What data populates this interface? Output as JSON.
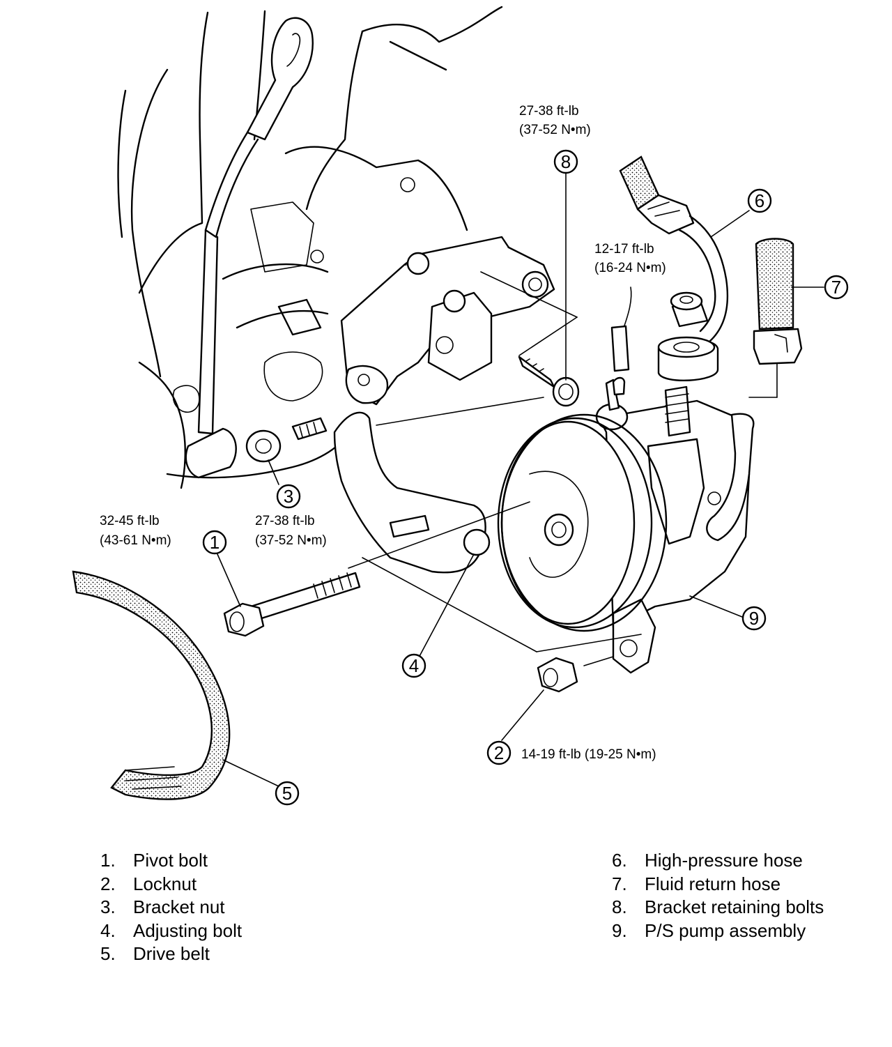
{
  "torque_specs": {
    "bracket_bolts": [
      "27-38 ft-lb",
      "(37-52 N•m)"
    ],
    "hose_fitting": [
      "12-17 ft-lb",
      "(16-24 N•m)"
    ],
    "pivot_bolt": [
      "32-45 ft-lb",
      "(43-61 N•m)"
    ],
    "bracket_nut": [
      "27-38 ft-lb",
      "(37-52 N•m)"
    ],
    "locknut": "14-19 ft-lb (19-25 N•m)"
  },
  "callouts": [
    "1",
    "2",
    "3",
    "4",
    "5",
    "6",
    "7",
    "8",
    "9"
  ],
  "legend_left": [
    {
      "num": "1.",
      "label": "Pivot bolt"
    },
    {
      "num": "2.",
      "label": "Locknut"
    },
    {
      "num": "3.",
      "label": "Bracket nut"
    },
    {
      "num": "4.",
      "label": "Adjusting bolt"
    },
    {
      "num": "5.",
      "label": "Drive belt"
    }
  ],
  "legend_right": [
    {
      "num": "6.",
      "label": "High-pressure hose"
    },
    {
      "num": "7.",
      "label": "Fluid return hose"
    },
    {
      "num": "8.",
      "label": "Bracket retaining bolts"
    },
    {
      "num": "9.",
      "label": "P/S pump assembly"
    }
  ]
}
